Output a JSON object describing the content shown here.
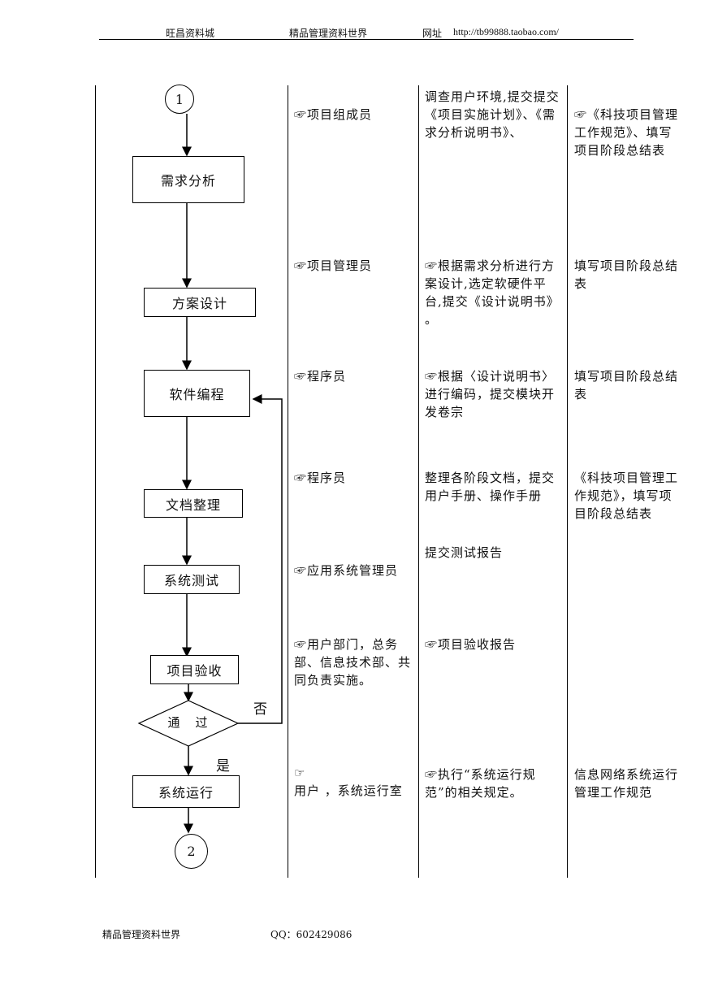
{
  "header": {
    "left": "旺昌资料城",
    "middle": "精品管理资料世界",
    "url_label": "网址",
    "url": "http://tb99888.taobao.com/"
  },
  "footer": {
    "left": "精品管理资料世界",
    "qq": "QQ：602429086"
  },
  "flowchart": {
    "start_node": "1",
    "end_node": "2",
    "steps": [
      "需求分析",
      "方案设计",
      "软件编程",
      "文档整理",
      "系统测试",
      "项目验收",
      "系统运行"
    ],
    "decision": "通　过",
    "no_label": "否",
    "yes_label": "是"
  },
  "rows": [
    {
      "role": "☞项目组成员",
      "task": "调查用户环境,提交提交《项目实施计划》、《需求分析说明书》、",
      "doc": "☞《科技项目管理工作规范》、填写项目阶段总结表"
    },
    {
      "role": "☞项目管理员",
      "task": "☞根据需求分析进行方案设计,选定软硬件平台,提交《设计说明书》\n。",
      "doc": "填写项目阶段总结表"
    },
    {
      "role": "☞程序员",
      "task": "☞根据〈设计说明书〉进行编码，提交模块开发卷宗",
      "doc": "填写项目阶段总结表"
    },
    {
      "role": "☞程序员",
      "task": "整理各阶段文档，提交用户手册、操作手册",
      "doc": "《科技项目管理工作规范》，填写项目阶段总结表"
    },
    {
      "role": "☞应用系统管理员",
      "task": "提交测试报告",
      "doc": ""
    },
    {
      "role": "☞用户部门，总务部、信息技术部、共同负责实施。",
      "task": "☞项目验收报告",
      "doc": ""
    },
    {
      "role": "☞\n用户 ，系统运行室",
      "task": "☞执行“系统运行规范”的相关规定。",
      "doc": "信息网络系统运行管理工作规范"
    }
  ]
}
